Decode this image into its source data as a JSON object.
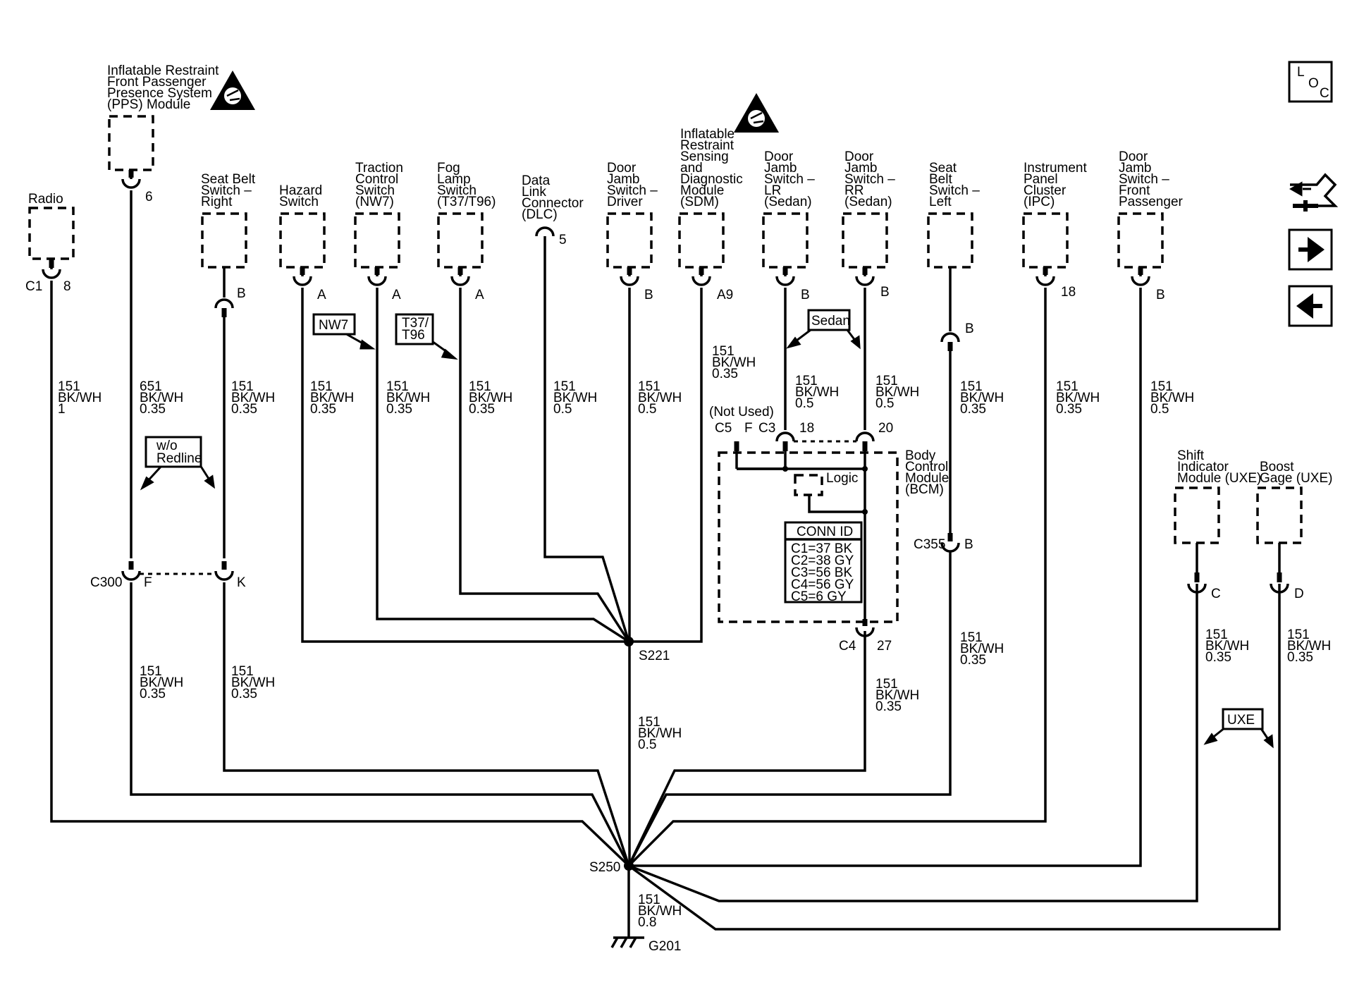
{
  "components": {
    "pps": [
      "Inflatable Restraint",
      "Front Passenger",
      "Presence System",
      "(PPS) Module"
    ],
    "radio": [
      "Radio"
    ],
    "seatbelt_right": [
      "Seat Belt",
      "Switch –",
      "Right"
    ],
    "hazard": [
      "Hazard",
      "Switch"
    ],
    "traction": [
      "Traction",
      "Control",
      "Switch",
      "(NW7)"
    ],
    "fog": [
      "Fog",
      "Lamp",
      "Switch",
      "(T37/T96)"
    ],
    "dlc": [
      "Data",
      "Link",
      "Connector",
      "(DLC)"
    ],
    "door_driver": [
      "Door",
      "Jamb",
      "Switch –",
      "Driver"
    ],
    "sdm": [
      "Inflatable",
      "Restraint",
      "Sensing",
      "and",
      "Diagnostic",
      "Module",
      "(SDM)"
    ],
    "door_lr": [
      "Door",
      "Jamb",
      "Switch –",
      "LR",
      "(Sedan)"
    ],
    "door_rr": [
      "Door",
      "Jamb",
      "Switch –",
      "RR",
      "(Sedan)"
    ],
    "seatbelt_left": [
      "Seat",
      "Belt",
      "Switch –",
      "Left"
    ],
    "ipc": [
      "Instrument",
      "Panel",
      "Cluster",
      "(IPC)"
    ],
    "door_fp": [
      "Door",
      "Jamb",
      "Switch –",
      "Front",
      "Passenger"
    ],
    "bcm": [
      "Body",
      "Control",
      "Module",
      "(BCM)"
    ],
    "shift": [
      "Shift",
      "Indicator",
      "Module (UXE)"
    ],
    "boost": [
      "Boost",
      "Gage (UXE)"
    ]
  },
  "pins": {
    "radio_conn": "C1",
    "radio_pin": "8",
    "pps_pin": "6",
    "sbr_pin": "B",
    "hazard_pin": "A",
    "traction_pin": "A",
    "fog_pin": "A",
    "dlc_pin": "5",
    "door_driver_pin": "B",
    "sdm_pin": "A9",
    "door_lr_pin": "B",
    "door_rr_pin": "B",
    "sbl_pin": "B",
    "ipc_pin": "18",
    "door_fp_pin": "B",
    "bcm_not_used": "(Not Used)",
    "bcm_c5": "C5",
    "bcm_f": "F",
    "bcm_c3": "C3",
    "bcm_18": "18",
    "bcm_20": "20",
    "bcm_c4": "C4",
    "bcm_27": "27",
    "c300": "C300",
    "c300_f": "F",
    "c300_k": "K",
    "c355": "C355",
    "c355_b": "B",
    "shift_pin": "C",
    "boost_pin": "D"
  },
  "wires": {
    "num151": "151",
    "num651": "651",
    "color": "BK/WH",
    "g1": "1",
    "g035": "0.35",
    "g05": "0.5",
    "g08": "0.8"
  },
  "options": {
    "wo_redline": [
      "w/o",
      "Redline"
    ],
    "nw7": "NW7",
    "t37": [
      "T37/",
      "T96"
    ],
    "sedan": "Sedan",
    "uxe": "UXE"
  },
  "splices": {
    "s221": "S221",
    "s250": "S250",
    "ground": "G201"
  },
  "bcm_internal": {
    "logic": "Logic",
    "conn_id_title": "CONN ID",
    "conn_id": [
      "C1=37 BK",
      "C2=38 GY",
      "C3=56 BK",
      "C4=56 GY",
      "C5=6 GY"
    ]
  },
  "nav": {
    "loc": [
      "L",
      "O",
      "C"
    ]
  }
}
